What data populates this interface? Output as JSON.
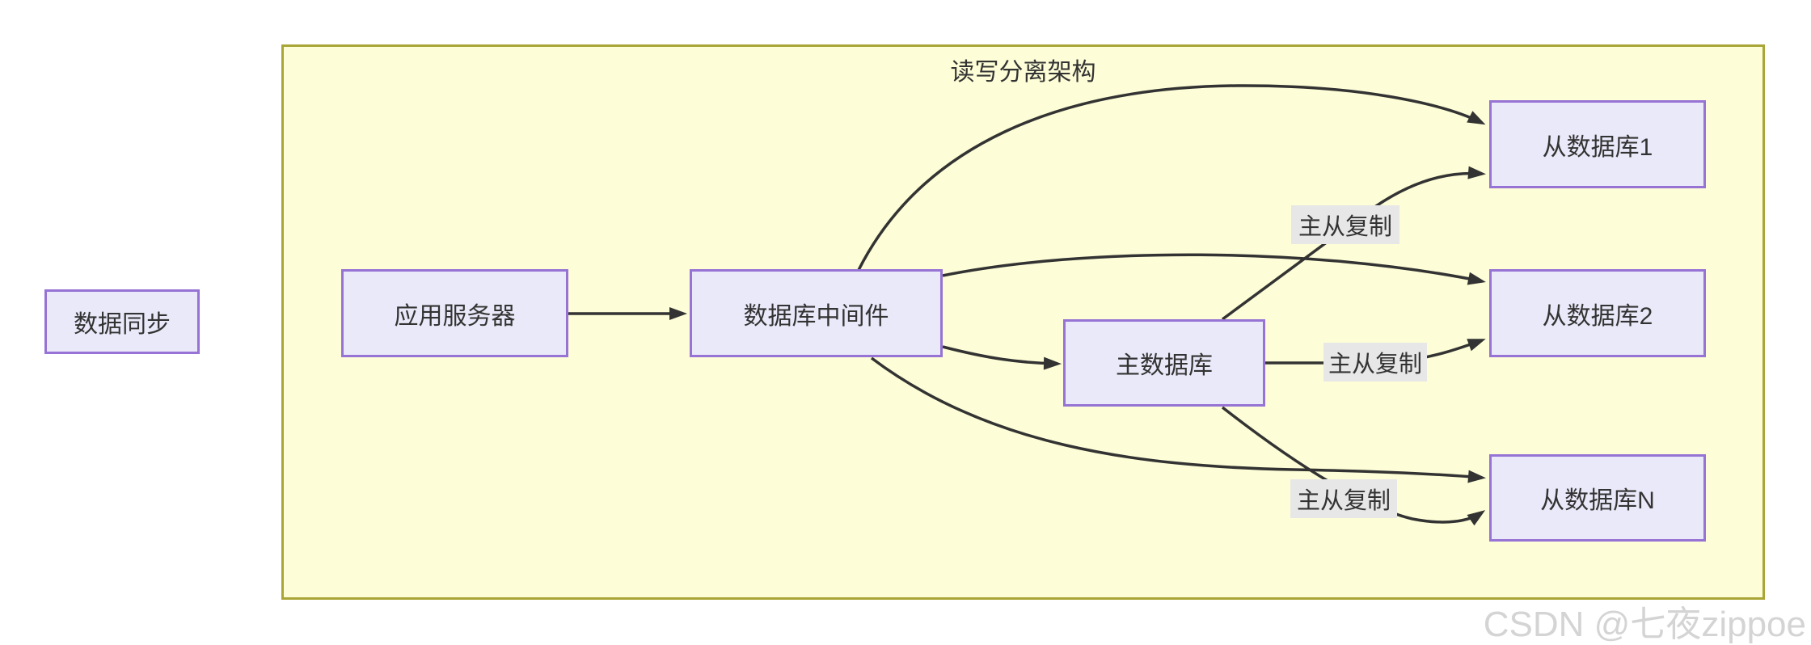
{
  "diagram": {
    "title": "读写分离架构",
    "watermark": "CSDN @七夜zippoe",
    "colors": {
      "canvas_bg": "#ffffff",
      "group_fill": "#fdfdd7",
      "group_border": "#a9a637",
      "node_fill": "#e9e9f9",
      "node_border": "#9673d4",
      "edge_line": "#333333",
      "edge_label_bg": "#e7e7e7",
      "text": "#333333",
      "watermark_text": "#d4d4d4"
    },
    "nodes": [
      {
        "id": "data-sync",
        "label": "数据同步"
      },
      {
        "id": "app-server",
        "label": "应用服务器"
      },
      {
        "id": "db-middleware",
        "label": "数据库中间件"
      },
      {
        "id": "master-db",
        "label": "主数据库"
      },
      {
        "id": "slave-db-1",
        "label": "从数据库1"
      },
      {
        "id": "slave-db-2",
        "label": "从数据库2"
      },
      {
        "id": "slave-db-n",
        "label": "从数据库N"
      }
    ],
    "edge_labels": [
      {
        "text": "主从复制"
      },
      {
        "text": "主从复制"
      },
      {
        "text": "主从复制"
      }
    ],
    "edges": [
      {
        "from": "应用服务器",
        "to": "数据库中间件",
        "label": ""
      },
      {
        "from": "数据库中间件",
        "to": "从数据库1",
        "label": ""
      },
      {
        "from": "数据库中间件",
        "to": "从数据库2",
        "label": ""
      },
      {
        "from": "数据库中间件",
        "to": "主数据库",
        "label": ""
      },
      {
        "from": "数据库中间件",
        "to": "从数据库N",
        "label": ""
      },
      {
        "from": "主数据库",
        "to": "从数据库1",
        "label": "主从复制"
      },
      {
        "from": "主数据库",
        "to": "从数据库2",
        "label": "主从复制"
      },
      {
        "from": "主数据库",
        "to": "从数据库N",
        "label": "主从复制"
      }
    ]
  }
}
